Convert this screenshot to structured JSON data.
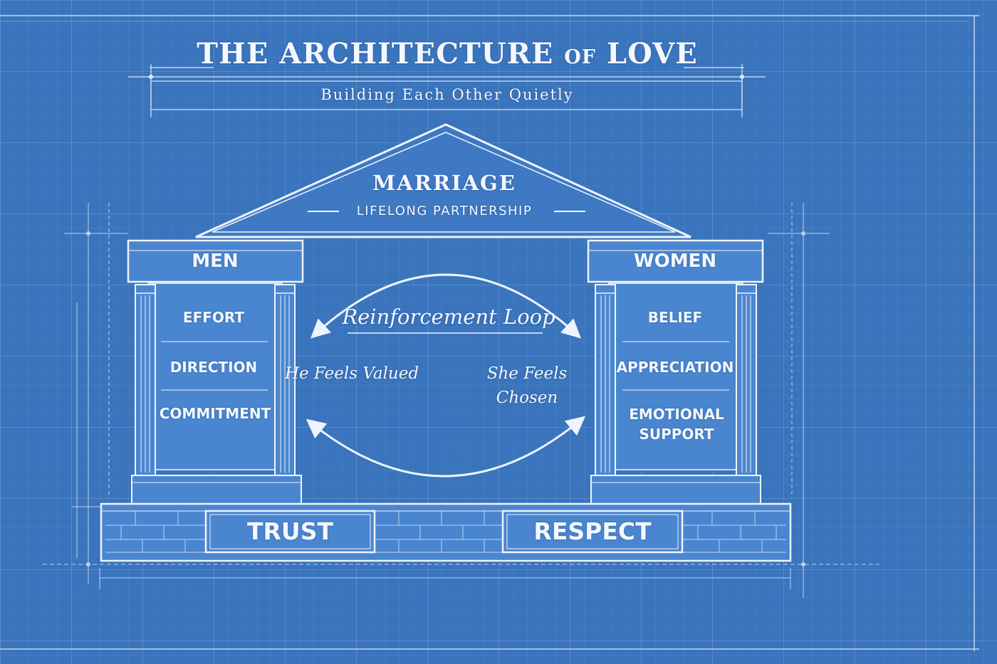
{
  "header": {
    "title_main": "THE ARCHITECTURE",
    "title_of": "OF",
    "title_end": "LOVE",
    "subtitle": "Building Each Other Quietly"
  },
  "roof": {
    "title": "MARRIAGE",
    "subtitle": "LIFELONG PARTNERSHIP"
  },
  "pillars": {
    "left": {
      "heading": "MEN",
      "items": [
        "EFFORT",
        "DIRECTION",
        "COMMITMENT"
      ]
    },
    "right": {
      "heading": "WOMEN",
      "items": [
        "BELIEF",
        "APPRECIATION",
        "EMOTIONAL SUPPORT"
      ]
    }
  },
  "loop": {
    "title": "Reinforcement Loop",
    "left_text": "He Feels Valued",
    "right_text": "She Feels Chosen"
  },
  "foundation": {
    "left": "TRUST",
    "right": "RESPECT"
  },
  "colors": {
    "background": "#3a74bd",
    "line": "#eef4ff",
    "panel": "#4a86cf"
  }
}
